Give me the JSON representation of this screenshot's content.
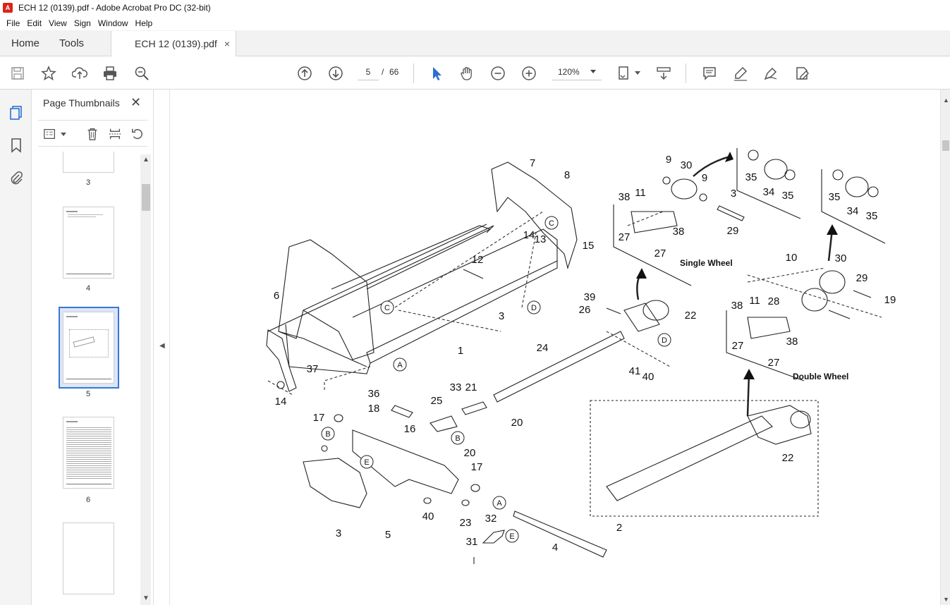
{
  "window": {
    "title": "ECH 12 (0139).pdf - Adobe Acrobat Pro DC (32-bit)"
  },
  "menu": [
    "File",
    "Edit",
    "View",
    "Sign",
    "Window",
    "Help"
  ],
  "tabs": {
    "home": "Home",
    "tools": "Tools",
    "document": "ECH 12 (0139).pdf",
    "close": "×"
  },
  "toolbar": {
    "icons": [
      "save-icon",
      "bookmark-star-icon",
      "upload-icon",
      "print-icon",
      "find-zoom-icon",
      "prev-page-icon",
      "next-page-icon",
      "select-cursor-icon",
      "hand-icon",
      "zoom-out-icon",
      "zoom-in-icon",
      "page-fit-icon",
      "scroll-mode-icon",
      "comment-icon",
      "highlight-icon",
      "sign-icon",
      "edit-pdf-icon"
    ],
    "current_page": "5",
    "page_separator": "/",
    "total_pages": "66",
    "zoom": "120%"
  },
  "sidebar": {
    "panel_title": "Page Thumbnails",
    "close": "✕",
    "thumbnails": [
      {
        "label": "3"
      },
      {
        "label": "4"
      },
      {
        "label": "5",
        "selected": true
      },
      {
        "label": "6"
      },
      {
        "label": ""
      }
    ]
  },
  "diagram": {
    "single_wheel": "Single Wheel",
    "double_wheel": "Double Wheel",
    "part_numbers": [
      "1",
      "2",
      "3",
      "4",
      "5",
      "6",
      "7",
      "8",
      "9",
      "10",
      "11",
      "12",
      "13",
      "14",
      "15",
      "16",
      "17",
      "18",
      "19",
      "20",
      "21",
      "22",
      "23",
      "24",
      "25",
      "26",
      "27",
      "28",
      "29",
      "30",
      "31",
      "32",
      "33",
      "34",
      "35",
      "36",
      "37",
      "38",
      "39",
      "40",
      "41"
    ],
    "callout_letters": [
      "A",
      "B",
      "C",
      "D",
      "E"
    ]
  }
}
